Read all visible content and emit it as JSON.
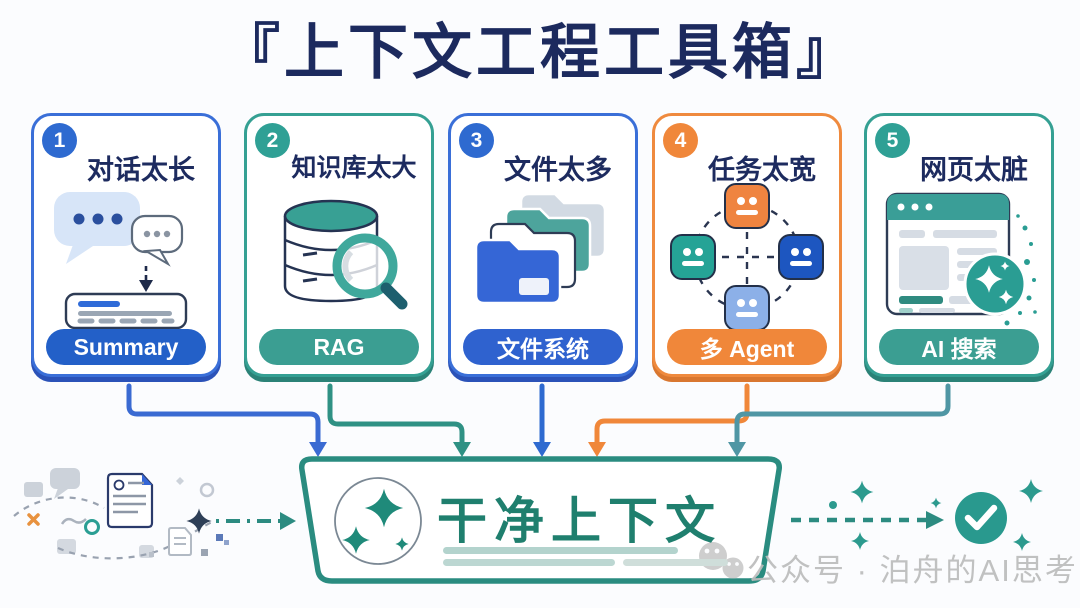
{
  "title": "『上下文工程工具箱』",
  "cards": [
    {
      "number": "1",
      "title": "对话太长",
      "badge": "Summary",
      "icon": "chat-summary-icon",
      "accent": "#3a6fd8",
      "accent_dark": "#2b52b8",
      "badge_color": "#2360c8",
      "arrow_color": "#3a6ad2"
    },
    {
      "number": "2",
      "title": "知识库太大",
      "badge": "RAG",
      "icon": "database-search-icon",
      "accent": "#35a093",
      "accent_dark": "#2b8277",
      "badge_color": "#3b9e92",
      "arrow_color": "#2f9184"
    },
    {
      "number": "3",
      "title": "文件太多",
      "badge": "文件系统",
      "icon": "file-folders-icon",
      "accent": "#3a6fd8",
      "accent_dark": "#2b52b8",
      "badge_color": "#2f62cf",
      "arrow_color": "#2e6ad0"
    },
    {
      "number": "4",
      "title": "任务太宽",
      "badge": "多 Agent",
      "icon": "multi-agent-icon",
      "accent": "#ef8a3e",
      "accent_dark": "#d97730",
      "badge_color": "#f0873a",
      "arrow_color": "#f0873a"
    },
    {
      "number": "5",
      "title": "网页太脏",
      "badge": "AI 搜索",
      "icon": "web-ai-search-icon",
      "accent": "#35a093",
      "accent_dark": "#2b8277",
      "badge_color": "#3b9e92",
      "arrow_color": "#4f96a4"
    }
  ],
  "result_box": {
    "label": "干净上下文",
    "icon": "sparkles-icon",
    "border_color": "#2a8c80",
    "label_color": "#1f7f6e"
  },
  "flow": {
    "left_decor": "messy-context-decor",
    "right_check": "check-icon",
    "check_color": "#29998e"
  },
  "title_color": "#1c2a5e",
  "watermark": {
    "icon": "wechat-icon",
    "text": "公众号 · 泊舟的AI思考"
  }
}
